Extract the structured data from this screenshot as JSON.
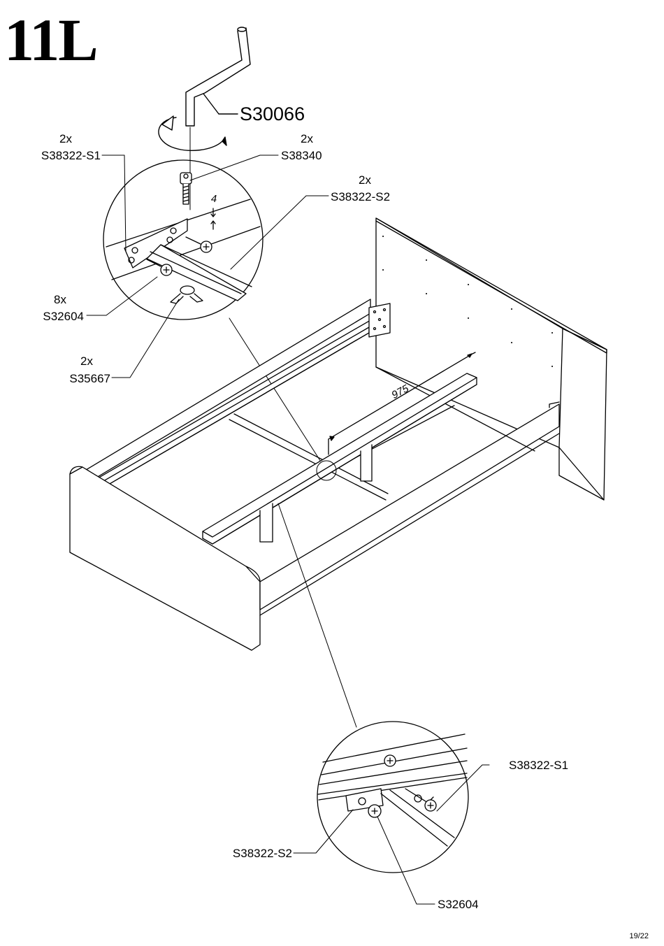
{
  "step_number": "11L",
  "tool_label": "S30066",
  "callouts": {
    "top_left_qty": "2x",
    "top_left_part": "S38322-S1",
    "top_mid_qty": "2x",
    "top_mid_part": "S38340",
    "top_right_qty": "2x",
    "top_right_part": "S38322-S2",
    "screws_qty": "8x",
    "screws_part": "S32604",
    "wing_qty": "2x",
    "wing_part": "S35667",
    "detail_right_part": "S38322-S1",
    "detail_left_part": "S38322-S2",
    "detail_bottom_part": "S32604"
  },
  "dimension_label": "975",
  "spacing_label": "4",
  "page_number": "19/22"
}
